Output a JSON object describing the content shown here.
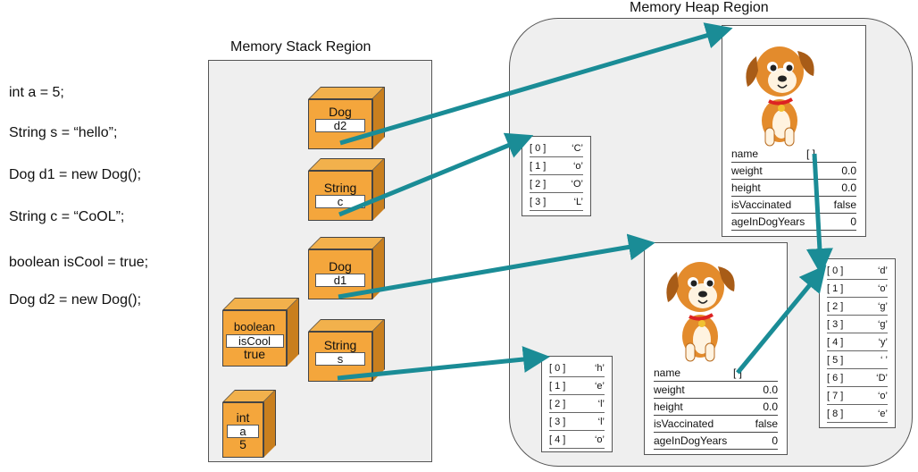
{
  "code_lines": [
    "int a = 5;",
    "String s = “hello”;",
    "Dog d1 = new Dog();",
    "String c = “CoOL”;",
    "boolean isCool = true;",
    "Dog d2 = new Dog();"
  ],
  "stack": {
    "title": "Memory Stack Region",
    "boxes": [
      {
        "type": "Dog",
        "name": "d2",
        "value": ""
      },
      {
        "type": "String",
        "name": "c",
        "value": ""
      },
      {
        "type": "Dog",
        "name": "d1",
        "value": ""
      },
      {
        "type": "String",
        "name": "s",
        "value": ""
      },
      {
        "type": "boolean",
        "name": "isCool",
        "value": "true"
      },
      {
        "type": "int",
        "name": "a",
        "value": "5"
      }
    ]
  },
  "heap": {
    "title": "Memory Heap Region",
    "array_coool": [
      [
        "[ 0 ]",
        "‘C’"
      ],
      [
        "[ 1 ]",
        "‘o’"
      ],
      [
        "[ 2 ]",
        "‘O’"
      ],
      [
        "[ 3 ]",
        "‘L’"
      ]
    ],
    "array_hello": [
      [
        "[ 0 ]",
        "‘h’"
      ],
      [
        "[ 1 ]",
        "‘e’"
      ],
      [
        "[ 2 ]",
        "‘l’"
      ],
      [
        "[ 3 ]",
        "‘l’"
      ],
      [
        "[ 4 ]",
        "‘o’"
      ]
    ],
    "array_dog_name": [
      [
        "[ 0 ]",
        "‘d’"
      ],
      [
        "[ 1 ]",
        "‘o’"
      ],
      [
        "[ 2 ]",
        "‘g’"
      ],
      [
        "[ 3 ]",
        "‘g’"
      ],
      [
        "[ 4 ]",
        "‘y’"
      ],
      [
        "[ 5 ]",
        "‘ ’"
      ],
      [
        "[ 6 ]",
        "‘D’"
      ],
      [
        "[ 7 ]",
        "‘o’"
      ],
      [
        "[ 8 ]",
        "‘e’"
      ]
    ],
    "dog_top": {
      "fields": [
        {
          "name": "name",
          "value": "[ ]"
        },
        {
          "name": "weight",
          "value": "0.0"
        },
        {
          "name": "height",
          "value": "0.0"
        },
        {
          "name": "isVaccinated",
          "value": "false"
        },
        {
          "name": "ageInDogYears",
          "value": "0"
        }
      ]
    },
    "dog_bottom": {
      "fields": [
        {
          "name": "name",
          "value": "[ ]"
        },
        {
          "name": "weight",
          "value": "0.0"
        },
        {
          "name": "height",
          "value": "0.0"
        },
        {
          "name": "isVaccinated",
          "value": "false"
        },
        {
          "name": "ageInDogYears",
          "value": "0"
        }
      ]
    }
  },
  "colors": {
    "box_front": "#f4a63c",
    "box_top": "#f2b14c",
    "box_side": "#c97f1e",
    "arrow": "#1a8c96",
    "region_bg": "#efefef"
  }
}
